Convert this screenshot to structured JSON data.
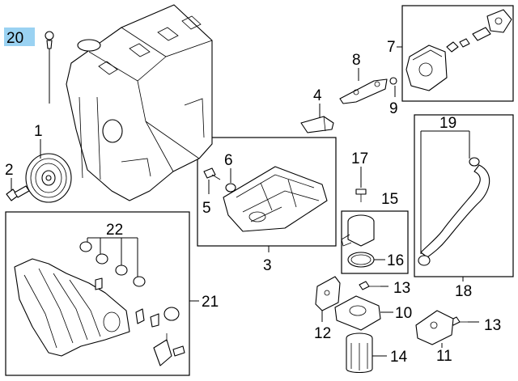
{
  "callouts": {
    "c1": "1",
    "c2": "2",
    "c3": "3",
    "c4": "4",
    "c5": "5",
    "c6": "6",
    "c7": "7",
    "c8": "8",
    "c9": "9",
    "c10": "10",
    "c11": "11",
    "c12": "12",
    "c13a": "13",
    "c13b": "13",
    "c14": "14",
    "c15": "15",
    "c16": "16",
    "c17": "17",
    "c18": "18",
    "c19": "19",
    "c20": "20",
    "c21": "21",
    "c22": "22"
  },
  "colors": {
    "highlight": "#9ad2f2",
    "line": "#000000"
  }
}
